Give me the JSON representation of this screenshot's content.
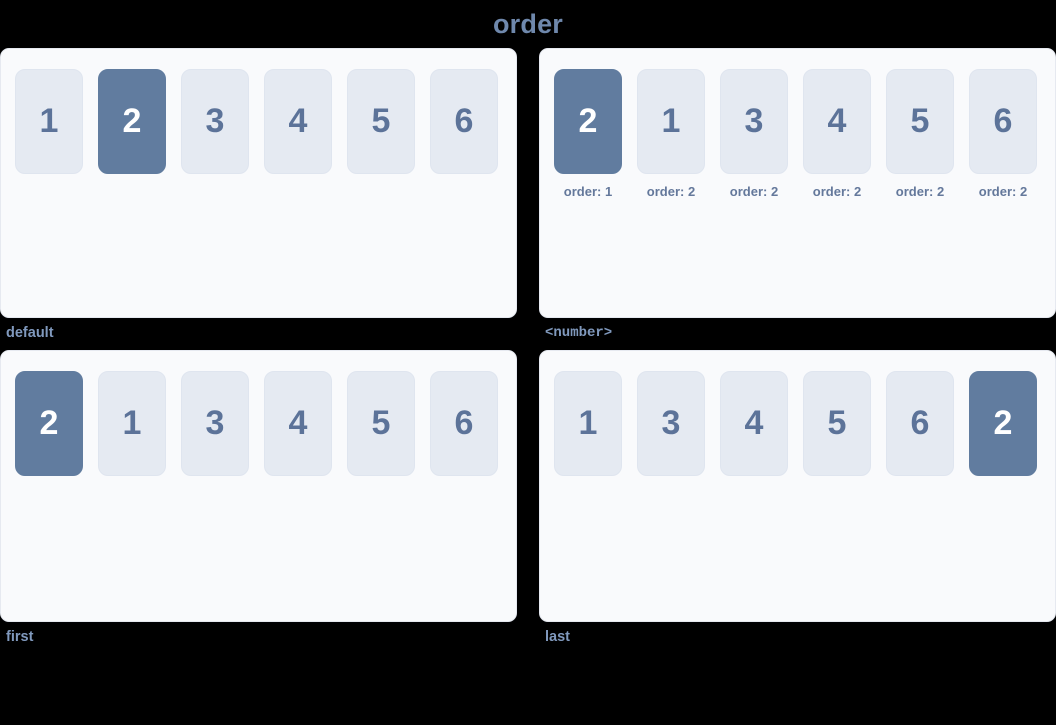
{
  "page": {
    "title": "order",
    "background_color": "#000000",
    "title_color": "#6F88AC"
  },
  "theme": {
    "panel_bg": "#F9FAFC",
    "panel_border": "#E6E9F0",
    "item_bg": "#E5EAF2",
    "item_text": "#5C7399",
    "highlight_bg": "#617C9F",
    "highlight_text": "#FFFFFF",
    "caption_color": "#8099BD",
    "order_label_color": "#64789B"
  },
  "panels": [
    {
      "caption": "default",
      "caption_style": "sans",
      "show_order_labels": false,
      "items": [
        {
          "label": "1",
          "highlight": false
        },
        {
          "label": "2",
          "highlight": true
        },
        {
          "label": "3",
          "highlight": false
        },
        {
          "label": "4",
          "highlight": false
        },
        {
          "label": "5",
          "highlight": false
        },
        {
          "label": "6",
          "highlight": false
        }
      ]
    },
    {
      "caption": "<number>",
      "caption_style": "mono",
      "show_order_labels": true,
      "items": [
        {
          "label": "2",
          "highlight": true,
          "order_label": "order: 1"
        },
        {
          "label": "1",
          "highlight": false,
          "order_label": "order: 2"
        },
        {
          "label": "3",
          "highlight": false,
          "order_label": "order: 2"
        },
        {
          "label": "4",
          "highlight": false,
          "order_label": "order: 2"
        },
        {
          "label": "5",
          "highlight": false,
          "order_label": "order: 2"
        },
        {
          "label": "6",
          "highlight": false,
          "order_label": "order: 2"
        }
      ]
    },
    {
      "caption": "first",
      "caption_style": "sans",
      "show_order_labels": false,
      "items": [
        {
          "label": "2",
          "highlight": true
        },
        {
          "label": "1",
          "highlight": false
        },
        {
          "label": "3",
          "highlight": false
        },
        {
          "label": "4",
          "highlight": false
        },
        {
          "label": "5",
          "highlight": false
        },
        {
          "label": "6",
          "highlight": false
        }
      ]
    },
    {
      "caption": "last",
      "caption_style": "sans",
      "show_order_labels": false,
      "items": [
        {
          "label": "1",
          "highlight": false
        },
        {
          "label": "3",
          "highlight": false
        },
        {
          "label": "4",
          "highlight": false
        },
        {
          "label": "5",
          "highlight": false
        },
        {
          "label": "6",
          "highlight": false
        },
        {
          "label": "2",
          "highlight": true
        }
      ]
    }
  ]
}
